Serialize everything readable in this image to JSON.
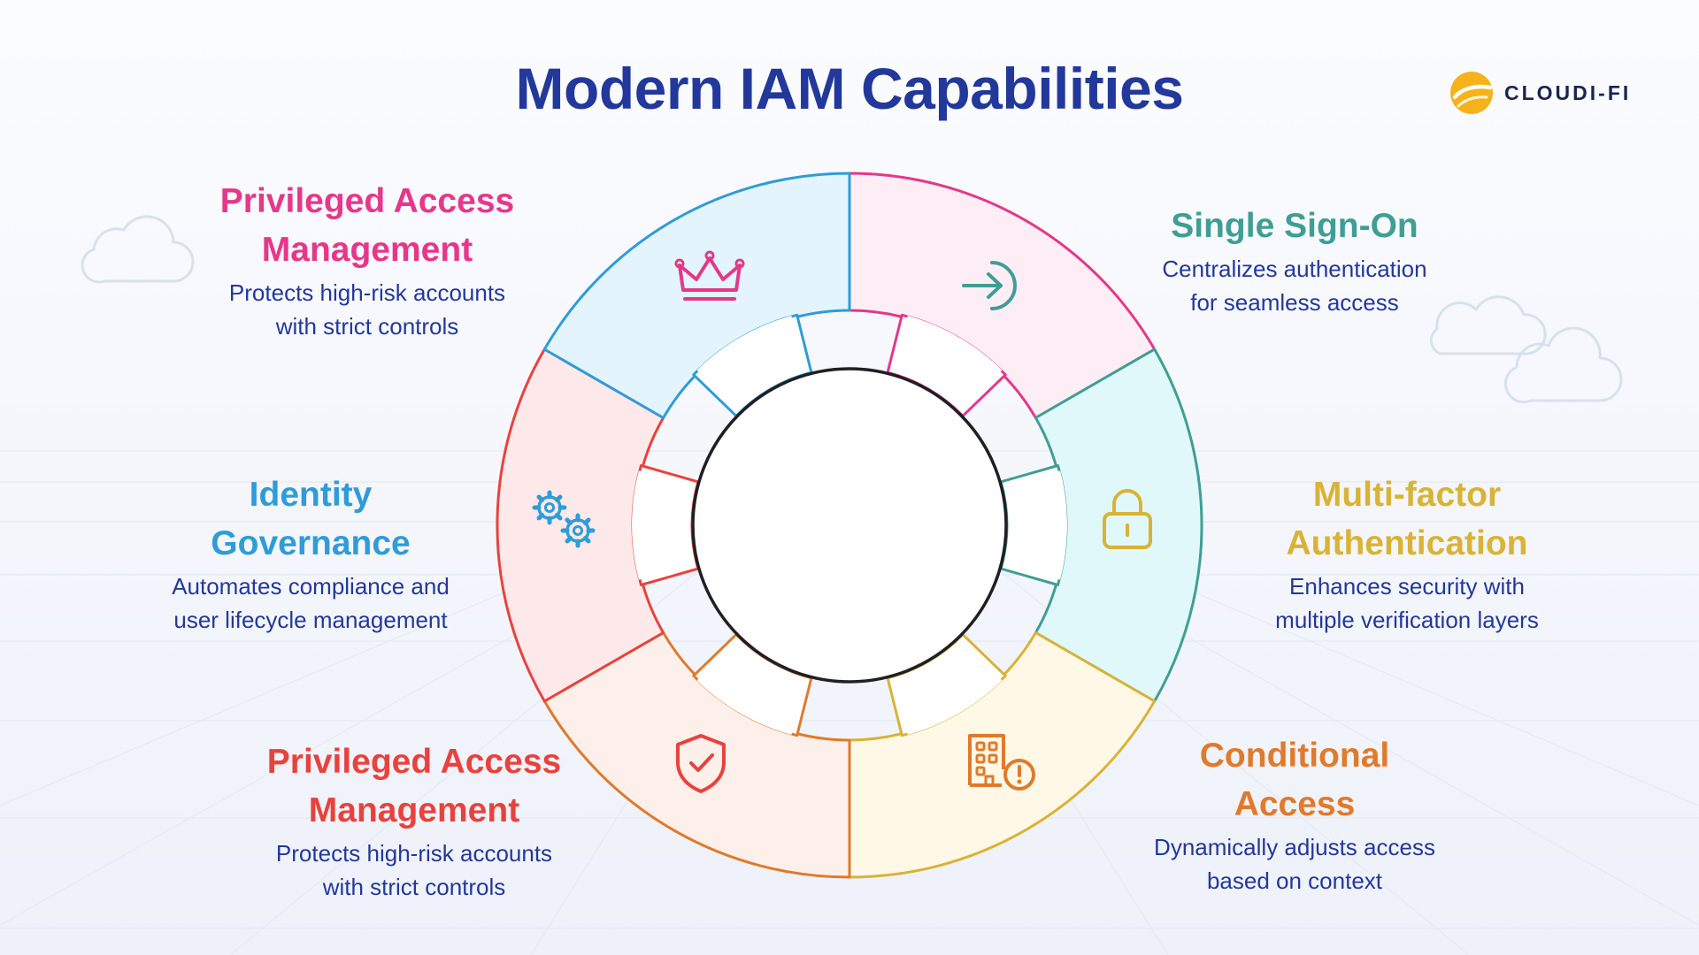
{
  "header": {
    "title": "Modern IAM Capabilities"
  },
  "logo": {
    "text": "CLOUDI-FI",
    "accent_color": "#f5b21b"
  },
  "capabilities": [
    {
      "title_line1": "Privileged Access",
      "title_line2": "Management",
      "desc_line1": "Protects high-risk accounts",
      "desc_line2": "with strict controls",
      "icon": "crown-icon",
      "color": "#e6378a",
      "fill": "#fdeef5"
    },
    {
      "title_line1": "Single Sign-On",
      "title_line2": "",
      "desc_line1": "Centralizes authentication",
      "desc_line2": "for seamless access",
      "icon": "arrow-login-icon",
      "color": "#3f9e95",
      "fill": "#e0f8fa"
    },
    {
      "title_line1": "Multi-factor",
      "title_line2": "Authentication",
      "desc_line1": "Enhances security with",
      "desc_line2": "multiple verification layers",
      "icon": "lock-icon",
      "color": "#d9b335",
      "fill": "#fff8e6"
    },
    {
      "title_line1": "Conditional",
      "title_line2": "Access",
      "desc_line1": "Dynamically adjusts access",
      "desc_line2": "based on context",
      "icon": "building-alert-icon",
      "color": "#e07a2c",
      "fill": "#fdf0ea"
    },
    {
      "title_line1": "Privileged Access",
      "title_line2": "Management",
      "desc_line1": "Protects high-risk accounts",
      "desc_line2": "with strict controls",
      "icon": "shield-check-icon",
      "color": "#e8423e",
      "fill": "#fde9ea"
    },
    {
      "title_line1": "Identity",
      "title_line2": "Governance",
      "desc_line1": "Automates compliance and",
      "desc_line2": "user lifecycle management",
      "icon": "gears-icon",
      "color": "#2f9cd8",
      "fill": "#e3f4fc"
    }
  ]
}
